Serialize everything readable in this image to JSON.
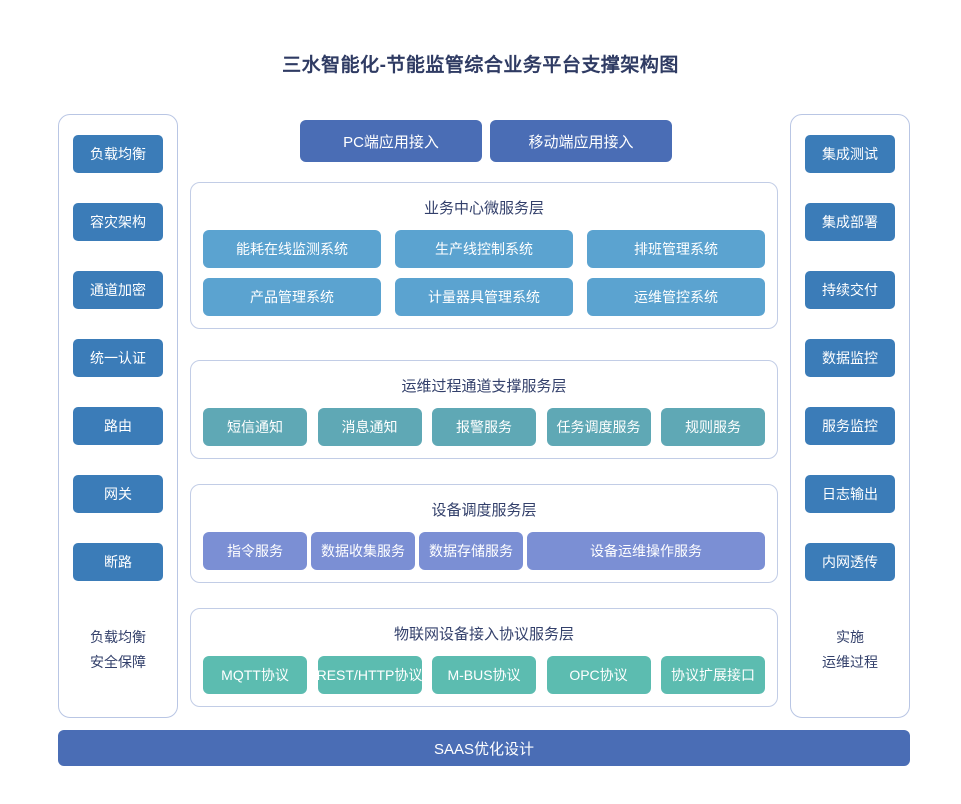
{
  "title": "三水智能化-节能监管综合业务平台支撑架构图",
  "colors": {
    "sidebar_button": "#3b7cb8",
    "access_button": "#4a6db5",
    "business_card": "#5ba3d0",
    "ops_card": "#5fa8b5",
    "device_card": "#7b8fd4",
    "iot_card": "#5cbcb0",
    "saas_bar": "#4a6db5",
    "panel_border": "#b9c6e4",
    "text_dark": "#33406b"
  },
  "left_panel": {
    "items": [
      {
        "label": "负载均衡"
      },
      {
        "label": "容灾架构"
      },
      {
        "label": "通道加密"
      },
      {
        "label": "统一认证"
      },
      {
        "label": "路由"
      },
      {
        "label": "网关"
      },
      {
        "label": "断路"
      }
    ],
    "footer_line1": "负载均衡",
    "footer_line2": "安全保障"
  },
  "right_panel": {
    "items": [
      {
        "label": "集成测试"
      },
      {
        "label": "集成部署"
      },
      {
        "label": "持续交付"
      },
      {
        "label": "数据监控"
      },
      {
        "label": "服务监控"
      },
      {
        "label": "日志输出"
      },
      {
        "label": "内网透传"
      }
    ],
    "footer_line1": "实施",
    "footer_line2": "运维过程"
  },
  "access": {
    "buttons": [
      {
        "label": "PC端应用接入"
      },
      {
        "label": "移动端应用接入"
      }
    ]
  },
  "layers": [
    {
      "id": "business",
      "title": "业务中心微服务层",
      "rows": [
        [
          {
            "label": "能耗在线监测系统"
          },
          {
            "label": "生产线控制系统"
          },
          {
            "label": "排班管理系统"
          }
        ],
        [
          {
            "label": "产品管理系统"
          },
          {
            "label": "计量器具管理系统"
          },
          {
            "label": "运维管控系统"
          }
        ]
      ]
    },
    {
      "id": "ops",
      "title": "运维过程通道支撑服务层",
      "rows": [
        [
          {
            "label": "短信通知"
          },
          {
            "label": "消息通知"
          },
          {
            "label": "报警服务"
          },
          {
            "label": "任务调度服务"
          },
          {
            "label": "规则服务"
          }
        ]
      ]
    },
    {
      "id": "device",
      "title": "设备调度服务层",
      "rows": [
        [
          {
            "label": "指令服务"
          },
          {
            "label": "数据收集服务"
          },
          {
            "label": "数据存储服务"
          },
          {
            "label": "设备运维操作服务"
          }
        ]
      ]
    },
    {
      "id": "iot",
      "title": "物联网设备接入协议服务层",
      "rows": [
        [
          {
            "label": "MQTT协议"
          },
          {
            "label": "REST/HTTP协议"
          },
          {
            "label": "M-BUS协议"
          },
          {
            "label": "OPC协议"
          },
          {
            "label": "协议扩展接口"
          }
        ]
      ]
    }
  ],
  "saas": {
    "label": "SAAS优化设计"
  }
}
